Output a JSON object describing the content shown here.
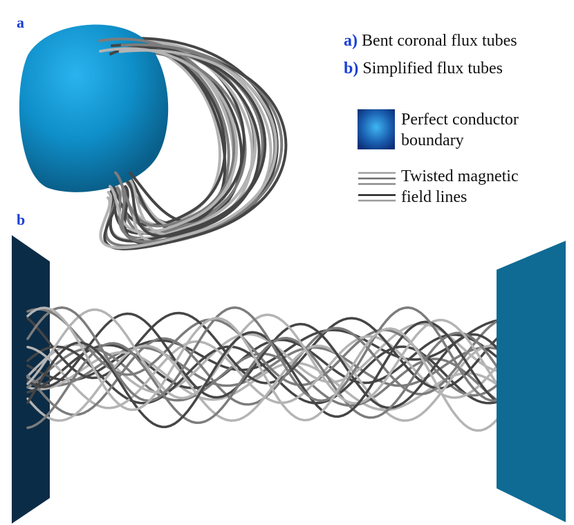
{
  "panels": {
    "a": {
      "label": "a"
    },
    "b": {
      "label": "b"
    }
  },
  "legend": {
    "items": [
      {
        "key": "a)",
        "text": "Bent coronal flux tubes"
      },
      {
        "key": "b)",
        "text": "Simplified flux tubes"
      }
    ],
    "conductor": {
      "line1": "Perfect conductor",
      "line2": "boundary"
    },
    "fieldlines": {
      "line1": "Twisted magnetic",
      "line2": "field lines"
    }
  },
  "colors": {
    "label_blue": "#1a3fd6",
    "sphere": "#0f8fc9",
    "plate_left": "#0b2c47",
    "plate_right": "#0f6b94",
    "line_dark": "#454545",
    "line_mid": "#7c7c7c",
    "line_light": "#b4b4b4"
  }
}
